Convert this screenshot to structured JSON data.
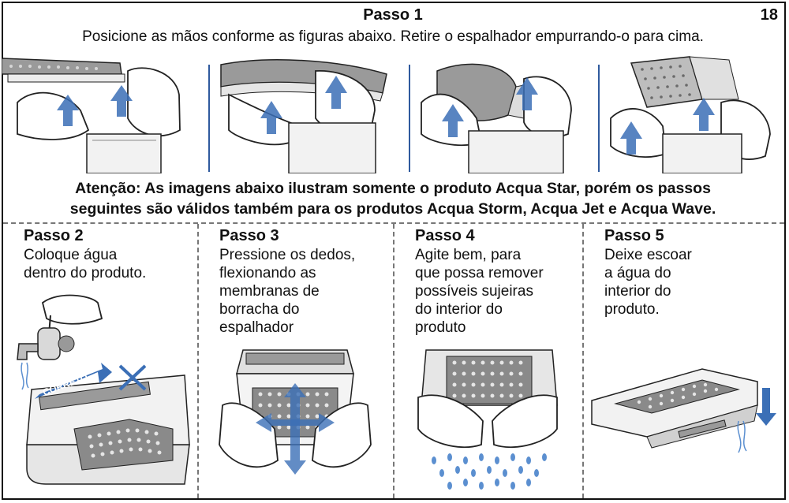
{
  "header": {
    "title": "Passo 1",
    "page_number": "18",
    "instruction": "Posicione as mãos conforme as figuras abaixo. Retire o espalhador empurrando-o para cima."
  },
  "attention": {
    "line1": "Atenção:  As imagens abaixo ilustram somente o produto Acqua Star, porém os passos",
    "line2": "seguintes são válidos também para os produtos Acqua Storm, Acqua Jet e Acqua Wave."
  },
  "steps": [
    {
      "title": "Passo 2",
      "text": "Coloque água\ndentro do produto.",
      "label": "CORRETO"
    },
    {
      "title": "Passo 3",
      "text": "Pressione os dedos,\nflexionando as\nmembranas de\nborracha do\nespalhador"
    },
    {
      "title": "Passo 4",
      "text": "Agite bem, para\nque possa remover\npossíveis sujeiras\ndo interior do\nproduto"
    },
    {
      "title": "Passo 5",
      "text": "Deixe escoar\na água do\ninterior do\nproduto."
    }
  ],
  "colors": {
    "arrow": "#3b6fb6",
    "arrow_light": "#8fb1de",
    "separator": "#2f5a9e",
    "outline": "#111111"
  }
}
